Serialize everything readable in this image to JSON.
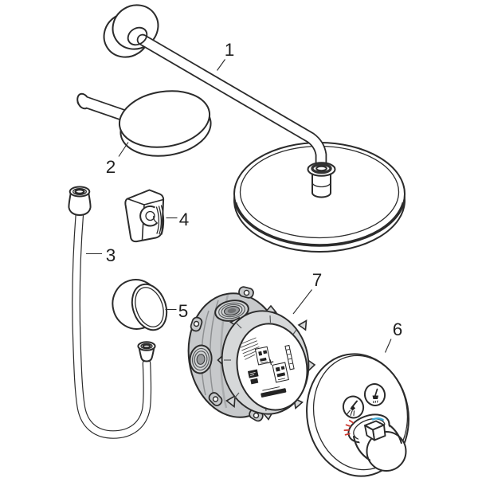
{
  "diagram": {
    "type": "exploded-parts-diagram",
    "background": "#ffffff",
    "line_color": "#2b2b2b",
    "body_grey": "#c7c9cb",
    "ring_grey": "#d6d8d9",
    "accent_red": "#cf3a31",
    "accent_blue": "#3fa9d5",
    "callouts": [
      {
        "num": "1",
        "part": "shower-arm-with-flange-and-overhead-shower"
      },
      {
        "num": "2",
        "part": "hand-shower"
      },
      {
        "num": "3",
        "part": "shower-hose"
      },
      {
        "num": "4",
        "part": "handset-wall-holder"
      },
      {
        "num": "5",
        "part": "escutcheon-cap"
      },
      {
        "num": "6",
        "part": "thermostat-trim-plate"
      },
      {
        "num": "7",
        "part": "concealed-basic-set-valve"
      }
    ],
    "icons": {
      "trim_button_left": "hand-shower-icon",
      "trim_button_right": "rain-shower-icon"
    }
  }
}
